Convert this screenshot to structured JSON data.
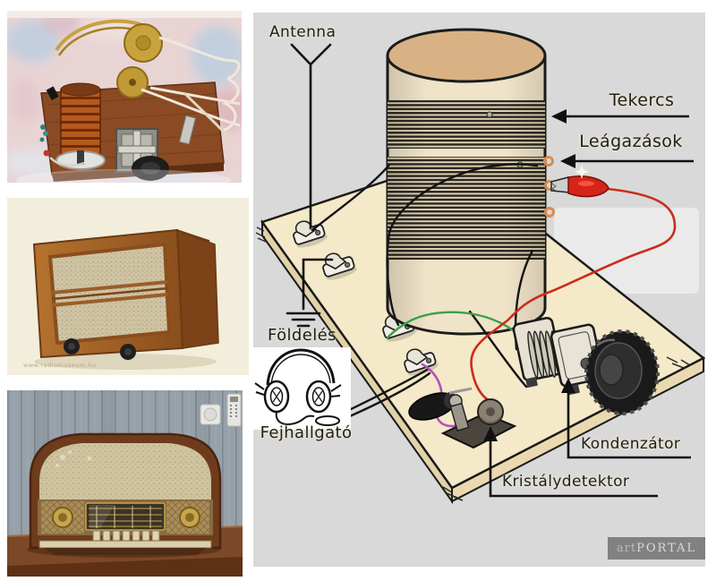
{
  "photos": {
    "top": {
      "subject": "homemade crystal radio set on a wooden board with copper coil and headphones"
    },
    "middle": {
      "subject": "vintage wooden table radio with fabric grille and two knobs",
      "watermark": "www.radiomuseum.hu"
    },
    "bottom": {
      "subject": "vintage tube radio with dial on a wooden table against plank wall"
    }
  },
  "diagram": {
    "labels": {
      "antenna": "Antenna",
      "coil": "Tekercs",
      "taps": "Leágazások",
      "ground": "Földelés",
      "headphones": "Fejhallgató",
      "capacitor": "Kondenzátor",
      "crystal_detector": "Kristálydetektor"
    },
    "watermark": {
      "prefix": "art",
      "suffix": "PORTAL"
    },
    "colors": {
      "background": "#d9d9d9",
      "board": "#f4e9c8",
      "coil_top": "#d8b285",
      "wire_red": "#cc2d1c",
      "wire_green": "#3aa046",
      "wire_purple": "#b44fc0",
      "wire_black": "#141414",
      "tap_orange": "#d98c4e"
    }
  }
}
